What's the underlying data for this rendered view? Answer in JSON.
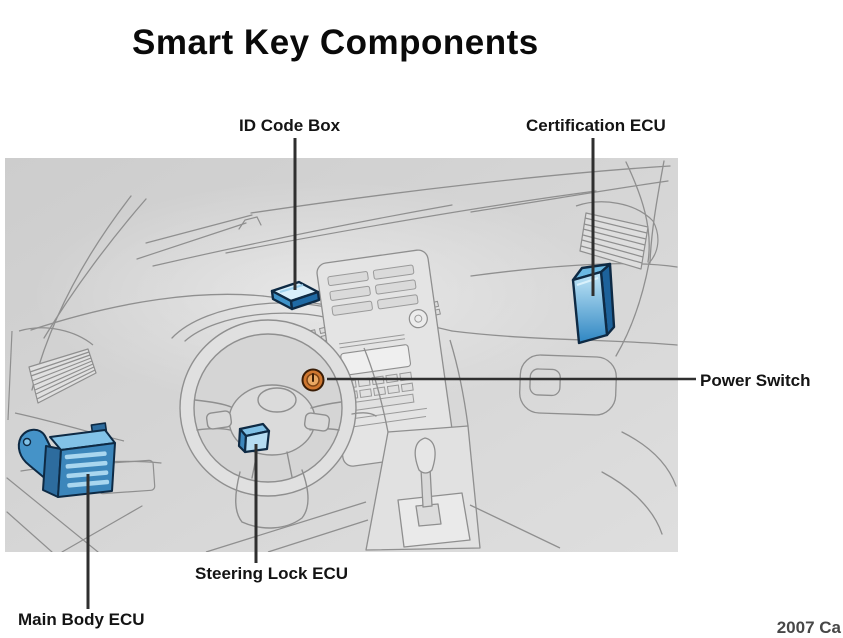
{
  "title": "Smart Key Components",
  "diagram": {
    "labels": {
      "id_code_box": "ID Code Box",
      "certification_ecu": "Certification ECU",
      "power_switch": "Power Switch",
      "steering_lock_ecu": "Steering Lock ECU",
      "main_body_ecu": "Main Body ECU"
    }
  },
  "footer": {
    "partial_text": "2007 Ca"
  },
  "colors": {
    "panel_background": "#d2d2d2",
    "line_art_gray": "#8f8f8f",
    "leader_line": "#2f2f2f",
    "label_text": "#141414",
    "component_outline": "#0e2a44",
    "component_blue": "#3c86bb",
    "component_blue_mid": "#4593c8",
    "component_blue_light": "#b5dcf2",
    "component_blue_pale": "#d8effb",
    "component_blue_dark": "#1d629b",
    "power_switch_orange": "#cf7730",
    "power_switch_orange_light": "#e9a863"
  }
}
